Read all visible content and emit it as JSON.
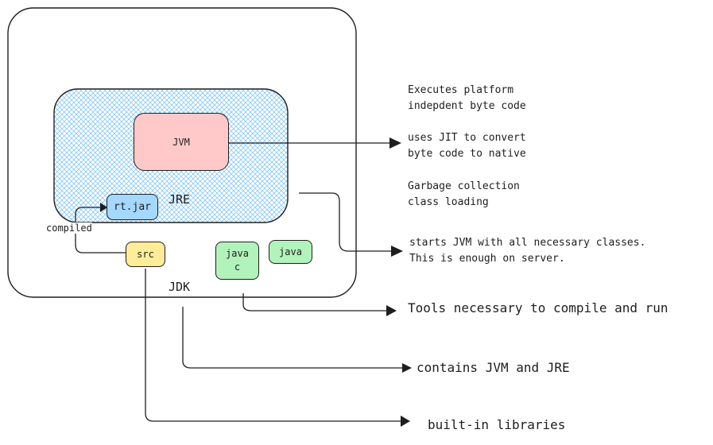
{
  "diagram": {
    "jdk": {
      "label": "JDK"
    },
    "jre": {
      "label": "JRE"
    },
    "jvm": {
      "label": "JVM"
    },
    "rtjar": {
      "label": "rt.jar"
    },
    "src": {
      "label": "src"
    },
    "javac": {
      "line1": "java",
      "line2": "c"
    },
    "java": {
      "label": "java"
    },
    "compiled_label": "compiled",
    "notes": {
      "jvm_line1": "Executes platform",
      "jvm_line2": "indepdent byte code",
      "jvm_line3": "uses JIT to convert",
      "jvm_line4": "byte code to native",
      "jvm_line5": "Garbage collection",
      "jvm_line6": "class loading",
      "jre_line1": "starts JVM with all necessary classes.",
      "jre_line2": "This is enough on server.",
      "tools": "Tools necessary to compile and run",
      "jdk_contains": "contains JVM and JRE",
      "libraries": "built-in libraries"
    },
    "colors": {
      "stroke": "#1e1e1e",
      "jre_fill": "#a5d8ff",
      "jvm_fill": "#ffc9c9",
      "rtjar_fill": "#a5d8ff",
      "src_fill": "#ffec99",
      "javac_fill": "#b2f2bb",
      "java_fill": "#b2f2bb"
    }
  }
}
